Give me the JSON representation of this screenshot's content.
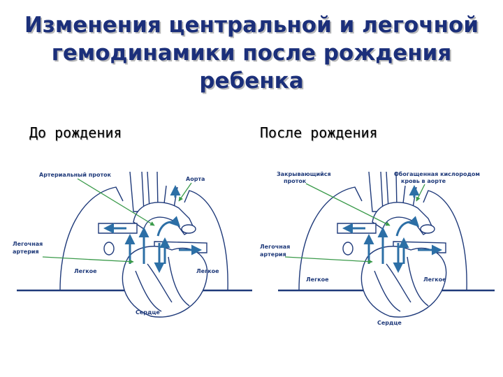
{
  "title": {
    "line1": "Изменения центральной и легочной",
    "line2": "гемодинамики после рождения",
    "line3": "ребенка"
  },
  "left": {
    "heading": "До рождения",
    "labels": {
      "ductus": "Артериальный проток",
      "aorta": "Аорта",
      "pulm1": "Легочная",
      "pulm2": "артерия",
      "lung_left": "Легкое",
      "lung_right": "Легкое",
      "heart": "Сердце"
    }
  },
  "right": {
    "heading": "После рождения",
    "labels": {
      "ductus1": "Закрывающийся",
      "ductus2": "проток",
      "oxy1": "Обогащенная кислородом",
      "oxy2": "кровь в аорте",
      "pulm1": "Легочная",
      "pulm2": "артерия",
      "lung_left": "Легкое",
      "lung_right": "Легкое",
      "heart": "Сердце"
    }
  },
  "colors": {
    "title": "#1b2f7a",
    "lines": "#1f3a7a",
    "arrows": "#2c6fa6",
    "pointer": "#3a9a4a"
  }
}
